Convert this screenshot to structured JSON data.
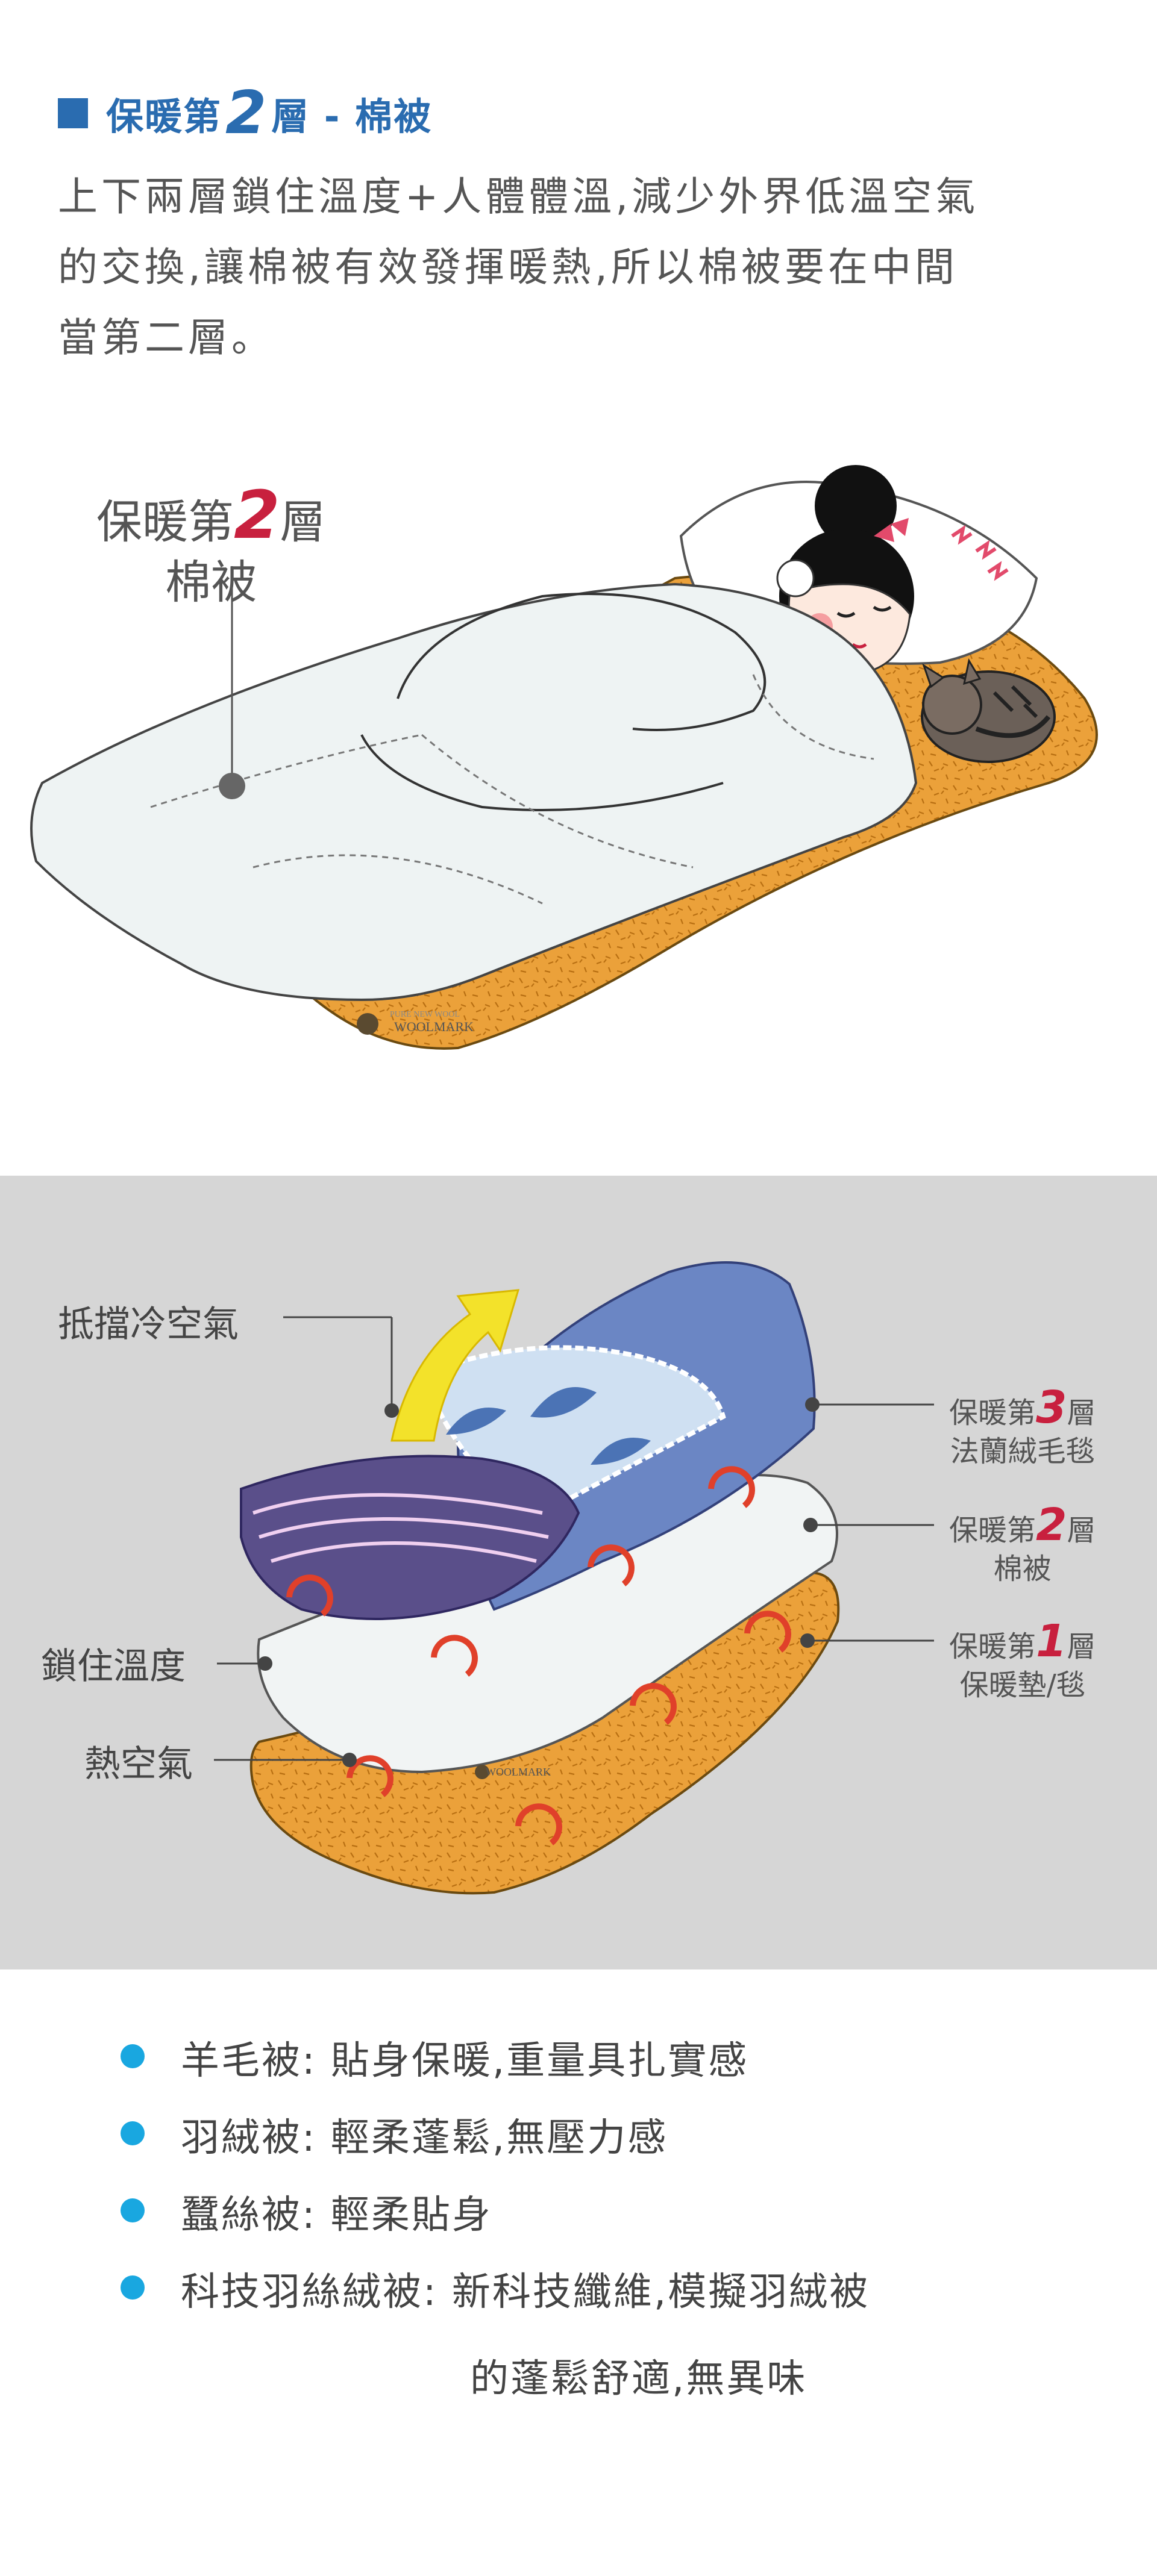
{
  "section1": {
    "title_prefix": "保暖第",
    "title_number": "2",
    "title_suffix": "層 - 棉被",
    "intro_lines": [
      "上下兩層鎖住溫度+人體體溫,減少外界低溫空氣",
      "的交換,讓棉被有效發揮暖熱,所以棉被要在中間",
      "當第二層。"
    ],
    "label_prefix": "保暖第",
    "label_number": "2",
    "label_suffix": "層",
    "label_line2": "棉被",
    "brand_small": "PURE NEW WOOL",
    "brand": "WOOLMARK"
  },
  "section2": {
    "left_labels": [
      "抵擋冷空氣",
      "鎖住溫度",
      "熱空氣"
    ],
    "layers": [
      {
        "prefix": "保暖第",
        "number": "3",
        "suffix": "層",
        "name": "法蘭絨毛毯"
      },
      {
        "prefix": "保暖第",
        "number": "2",
        "suffix": "層",
        "name": "棉被"
      },
      {
        "prefix": "保暖第",
        "number": "1",
        "suffix": "層",
        "name": "保暖墊/毯"
      }
    ],
    "brand": "WOOLMARK"
  },
  "section3": {
    "bullets": [
      "羊毛被: 貼身保暖,重量具扎實感",
      "羽絨被: 輕柔蓬鬆,無壓力感",
      "蠶絲被: 輕柔貼身",
      "科技羽絲絨被: 新科技纖維,模擬羽絨被"
    ],
    "bullet_continuation": "的蓬鬆舒適,無異味"
  },
  "colors": {
    "heading_blue": "#2a6cb0",
    "accent_red": "#c8203e",
    "bullet_cyan": "#19a7e0",
    "band_grey": "#d6d6d6",
    "mattress_orange": "#eba13a",
    "quilt_white": "#eef3f3",
    "blanket_blue": "#6b86c4",
    "blanket_purple": "#5a4f8a",
    "arrow_yellow": "#f3e22a",
    "arrow_red": "#e0402a"
  },
  "icons": [
    "square-icon",
    "pin-dot-icon",
    "bullet-dot-icon",
    "curved-arrow-icon",
    "cat-icon"
  ]
}
